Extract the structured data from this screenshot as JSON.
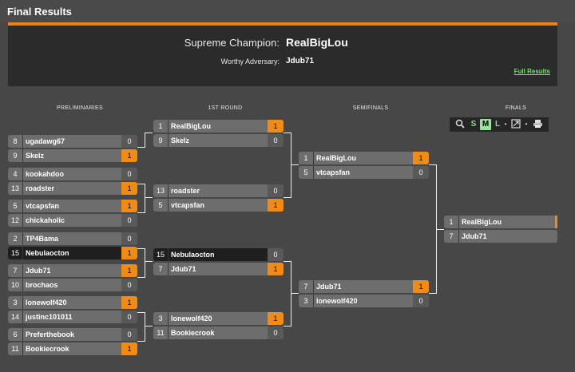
{
  "window": {
    "title": "Final Results"
  },
  "header": {
    "champion_label": "Supreme Champion:",
    "champion": "RealBigLou",
    "adversary_label": "Worthy Adversary:",
    "adversary": "Jdub71",
    "full_results": "Full Results"
  },
  "rounds": {
    "r0": "PRELIMINARIES",
    "r1": "1ST ROUND",
    "r2": "SEMIFINALS",
    "r3": "FINALS"
  },
  "toolbar": {
    "s": "S",
    "m": "M",
    "l": "L",
    "dot": "•"
  },
  "prelims": [
    {
      "top": {
        "seed": "8",
        "name": "ugadawg67",
        "score": "0"
      },
      "bot": {
        "seed": "9",
        "name": "Skelz",
        "score": "1"
      }
    },
    {
      "top": {
        "seed": "4",
        "name": "kookahdoo",
        "score": "0"
      },
      "bot": {
        "seed": "13",
        "name": "roadster",
        "score": "1"
      }
    },
    {
      "top": {
        "seed": "5",
        "name": "vtcapsfan",
        "score": "1"
      },
      "bot": {
        "seed": "12",
        "name": "chickaholic",
        "score": "0"
      }
    },
    {
      "top": {
        "seed": "2",
        "name": "TP4Bama",
        "score": "0"
      },
      "bot": {
        "seed": "15",
        "name": "Nebulaocton",
        "score": "1"
      }
    },
    {
      "top": {
        "seed": "7",
        "name": "Jdub71",
        "score": "1"
      },
      "bot": {
        "seed": "10",
        "name": "brochaos",
        "score": "0"
      }
    },
    {
      "top": {
        "seed": "3",
        "name": "lonewolf420",
        "score": "1"
      },
      "bot": {
        "seed": "14",
        "name": "justinc101011",
        "score": "0"
      }
    },
    {
      "top": {
        "seed": "6",
        "name": "Preferthebook",
        "score": "0"
      },
      "bot": {
        "seed": "11",
        "name": "Bookiecrook",
        "score": "1"
      }
    }
  ],
  "round1": [
    {
      "top": {
        "seed": "1",
        "name": "RealBigLou",
        "score": "1"
      },
      "bot": {
        "seed": "9",
        "name": "Skelz",
        "score": "0"
      }
    },
    {
      "top": {
        "seed": "13",
        "name": "roadster",
        "score": "0"
      },
      "bot": {
        "seed": "5",
        "name": "vtcapsfan",
        "score": "1"
      }
    },
    {
      "top": {
        "seed": "15",
        "name": "Nebulaocton",
        "score": "0"
      },
      "bot": {
        "seed": "7",
        "name": "Jdub71",
        "score": "1"
      }
    },
    {
      "top": {
        "seed": "3",
        "name": "lonewolf420",
        "score": "1"
      },
      "bot": {
        "seed": "11",
        "name": "Bookiecrook",
        "score": "0"
      }
    }
  ],
  "semis": [
    {
      "top": {
        "seed": "1",
        "name": "RealBigLou",
        "score": "1"
      },
      "bot": {
        "seed": "5",
        "name": "vtcapsfan",
        "score": "0"
      }
    },
    {
      "top": {
        "seed": "7",
        "name": "Jdub71",
        "score": "1"
      },
      "bot": {
        "seed": "3",
        "name": "lonewolf420",
        "score": "0"
      }
    }
  ],
  "finals": {
    "top": {
      "seed": "1",
      "name": "RealBigLou"
    },
    "bot": {
      "seed": "7",
      "name": "Jdub71"
    }
  },
  "colors": {
    "accent": "#f08c14",
    "win": "#f08c14",
    "link": "#6fe06f"
  }
}
